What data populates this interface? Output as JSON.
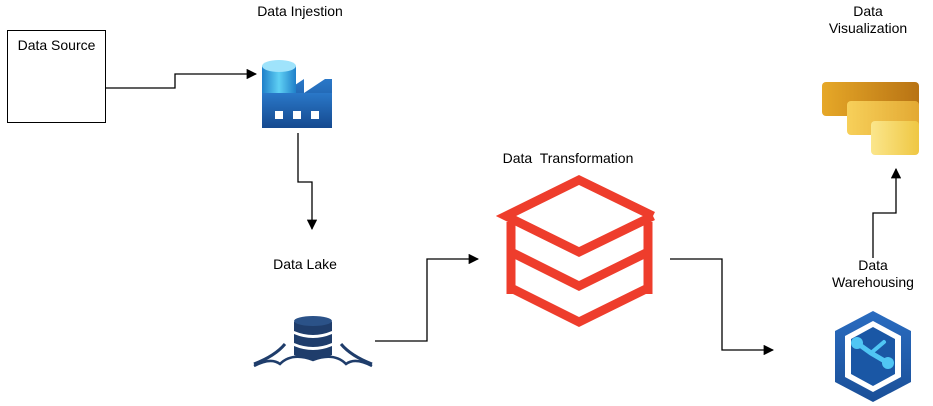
{
  "nodes": {
    "data_source": {
      "label": "Data Source",
      "icon": "globe-cursor-icon"
    },
    "data_ingestion": {
      "label": "Data Injestion",
      "icon": "data-factory-icon"
    },
    "data_lake": {
      "label": "Data Lake",
      "icon": "data-lake-storage-icon"
    },
    "data_transformation": {
      "label": "Data  Transformation",
      "icon": "databricks-icon"
    },
    "data_warehousing": {
      "label": "Data Warehousing",
      "icon": "synapse-analytics-icon"
    },
    "data_visualization": {
      "label": "Data Visualization",
      "icon": "power-bi-icon"
    }
  },
  "colors": {
    "line": "#000000",
    "azure_blue_dark": "#1a57a5",
    "azure_blue_light": "#50c6f4",
    "databricks_red": "#ee3d2c",
    "lake_navy": "#1f3d6b",
    "powerbi_gold_dark": "#c8891a",
    "powerbi_gold_mid": "#efc03a",
    "powerbi_gold_light": "#f8dc6f"
  }
}
